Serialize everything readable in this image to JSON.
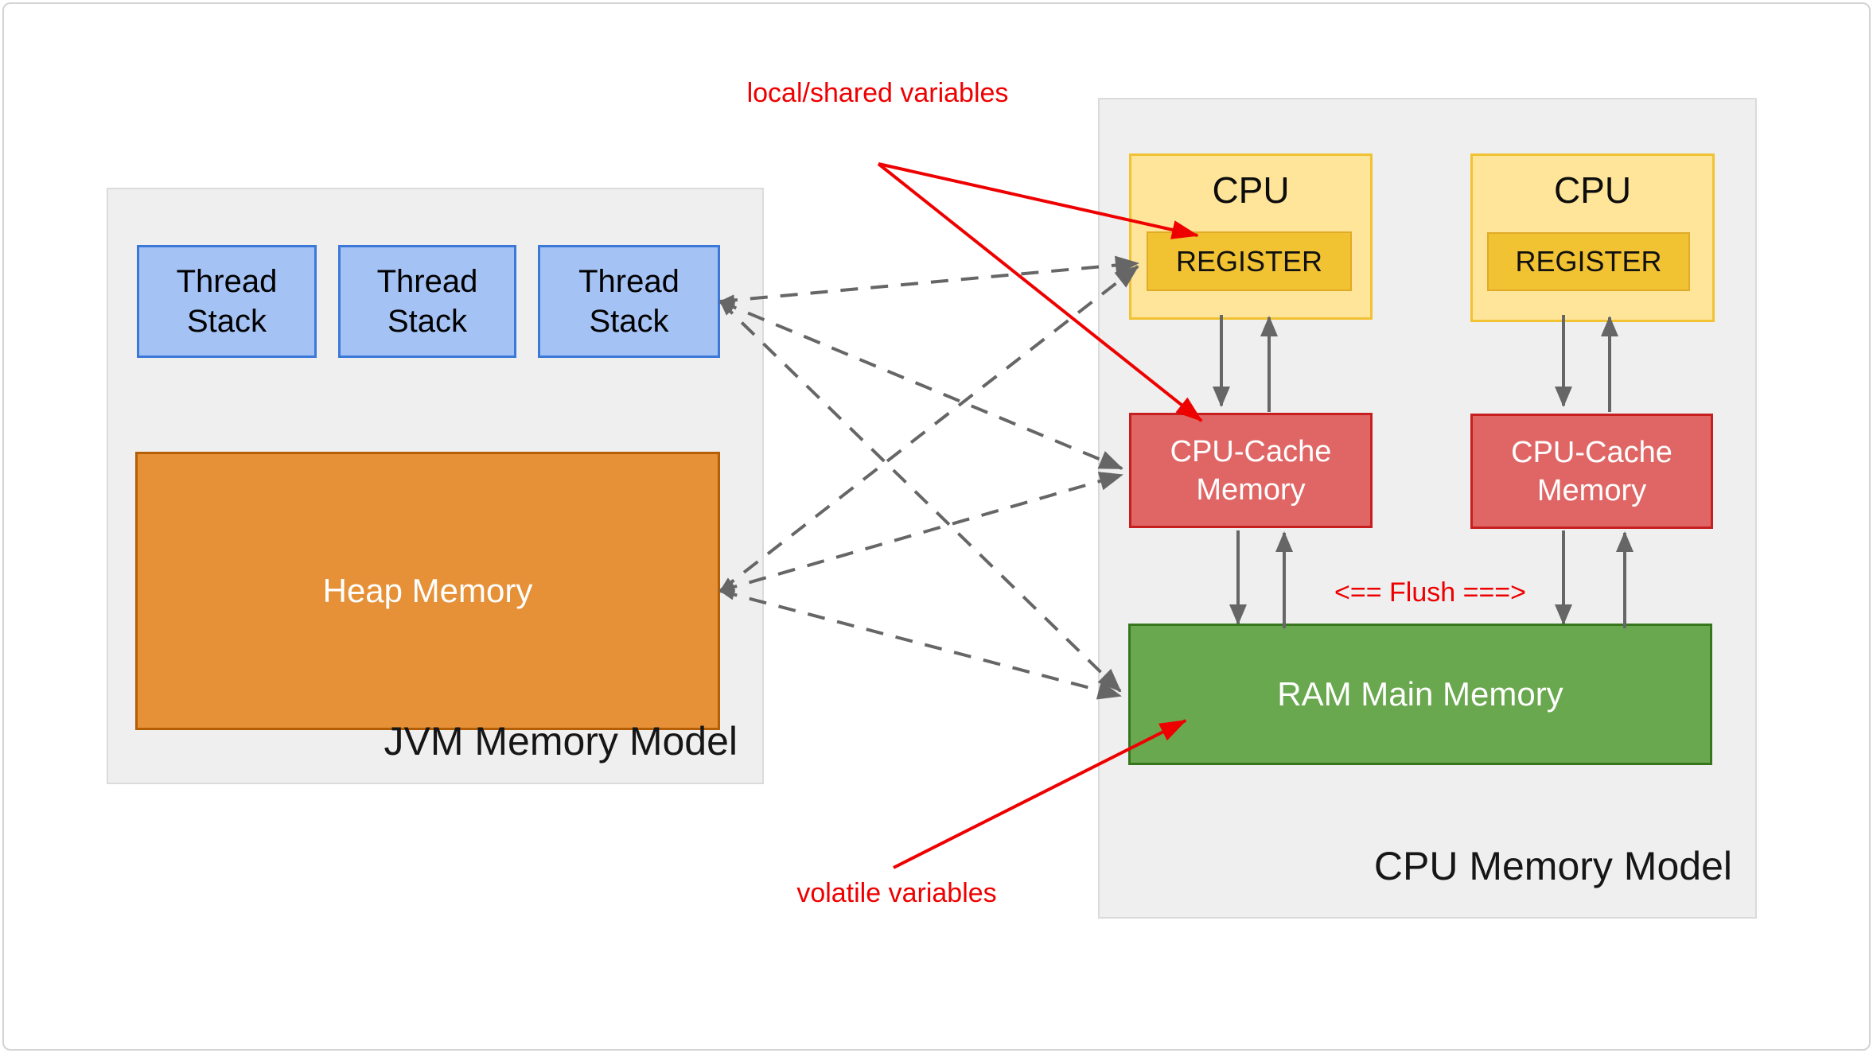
{
  "jvm": {
    "title": "JVM Memory Model",
    "thread_stacks": [
      "Thread Stack",
      "Thread Stack",
      "Thread Stack"
    ],
    "heap_label": "Heap Memory"
  },
  "cpu_model": {
    "title": "CPU Memory Model",
    "cpus": [
      {
        "label": "CPU",
        "register_label": "REGISTER"
      },
      {
        "label": "CPU",
        "register_label": "REGISTER"
      }
    ],
    "caches": [
      "CPU-Cache Memory",
      "CPU-Cache Memory"
    ],
    "ram_label": "RAM Main Memory"
  },
  "annotations": {
    "local_shared": "local/shared variables",
    "volatile": "volatile variables",
    "flush": "<== Flush ===>"
  },
  "colors": {
    "red_accent": "#ee0000",
    "container_fill": "#efefef",
    "thread_fill": "#a4c2f4",
    "thread_border": "#3c78d8",
    "heap_fill": "#e69138",
    "heap_border": "#b45f06",
    "cpu_fill": "#ffe599",
    "cpu_border": "#f1c232",
    "register_fill": "#f1c232",
    "cache_fill": "#e06666",
    "cache_border": "#c71f1f",
    "ram_fill": "#6aa84f",
    "ram_border": "#38761d",
    "arrow_gray": "#666666"
  }
}
